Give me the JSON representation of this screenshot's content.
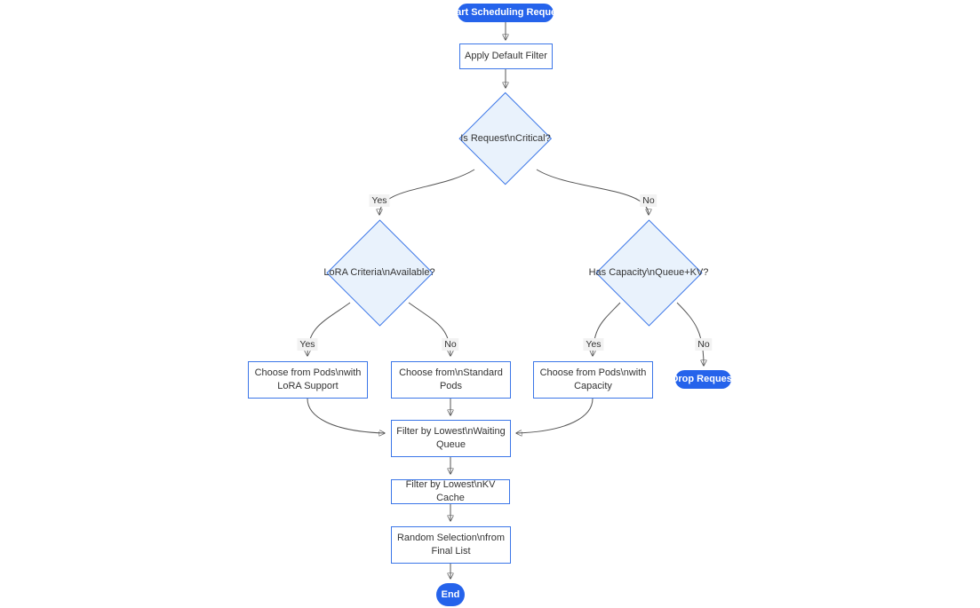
{
  "diagram": {
    "type": "flowchart",
    "nodes": {
      "start": "Start Scheduling Request",
      "apply_filter": "Apply Default Filter",
      "is_critical": "Is Request\\nCritical?",
      "lora_criteria": "LoRA Criteria\\nAvailable?",
      "has_capacity": "Has Capacity\\nQueue+KV?",
      "choose_lora": "Choose from Pods\\nwith LoRA Support",
      "choose_standard": "Choose from\\nStandard Pods",
      "choose_capacity": "Choose from Pods\\nwith Capacity",
      "drop_request": "Drop Request",
      "filter_queue": "Filter by Lowest\\nWaiting Queue",
      "filter_kv": "Filter by Lowest\\nKV Cache",
      "random_selection": "Random Selection\\nfrom Final List",
      "end": "End"
    },
    "edge_labels": {
      "critical_yes": "Yes",
      "critical_no": "No",
      "lora_yes": "Yes",
      "lora_no": "No",
      "capacity_yes": "Yes",
      "capacity_no": "No"
    },
    "colors": {
      "accent_blue": "#2563eb",
      "node_border": "#3b76e8",
      "diamond_fill": "#e9f2fc",
      "edge_line": "#555555",
      "edge_label_bg": "#f2f2f2",
      "text": "#333333"
    }
  }
}
